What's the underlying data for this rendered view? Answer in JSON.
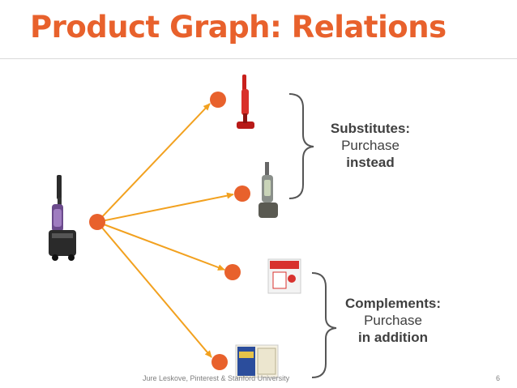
{
  "slide": {
    "title": "Product Graph: Relations",
    "footer_left": "Jure Leskove, Pinterest & Stanford University",
    "page_number": "6"
  },
  "groups": {
    "substitutes": {
      "heading": "Substitutes:",
      "line1": "Purchase",
      "line2": "instead"
    },
    "complements": {
      "heading": "Complements:",
      "line1": "Purchase",
      "line2": "in addition"
    }
  },
  "colors": {
    "title": "#e8612c",
    "node": "#e8612c",
    "edge": "#f2a11f",
    "brace": "#555555",
    "text": "#404040",
    "rule": "#d9d9d9"
  },
  "products": {
    "source": "canister-vacuum-icon",
    "targets": [
      "stick-vacuum-icon",
      "upright-vacuum-icon",
      "vacuum-bags-box-icon",
      "vacuum-filter-pack-icon"
    ]
  }
}
